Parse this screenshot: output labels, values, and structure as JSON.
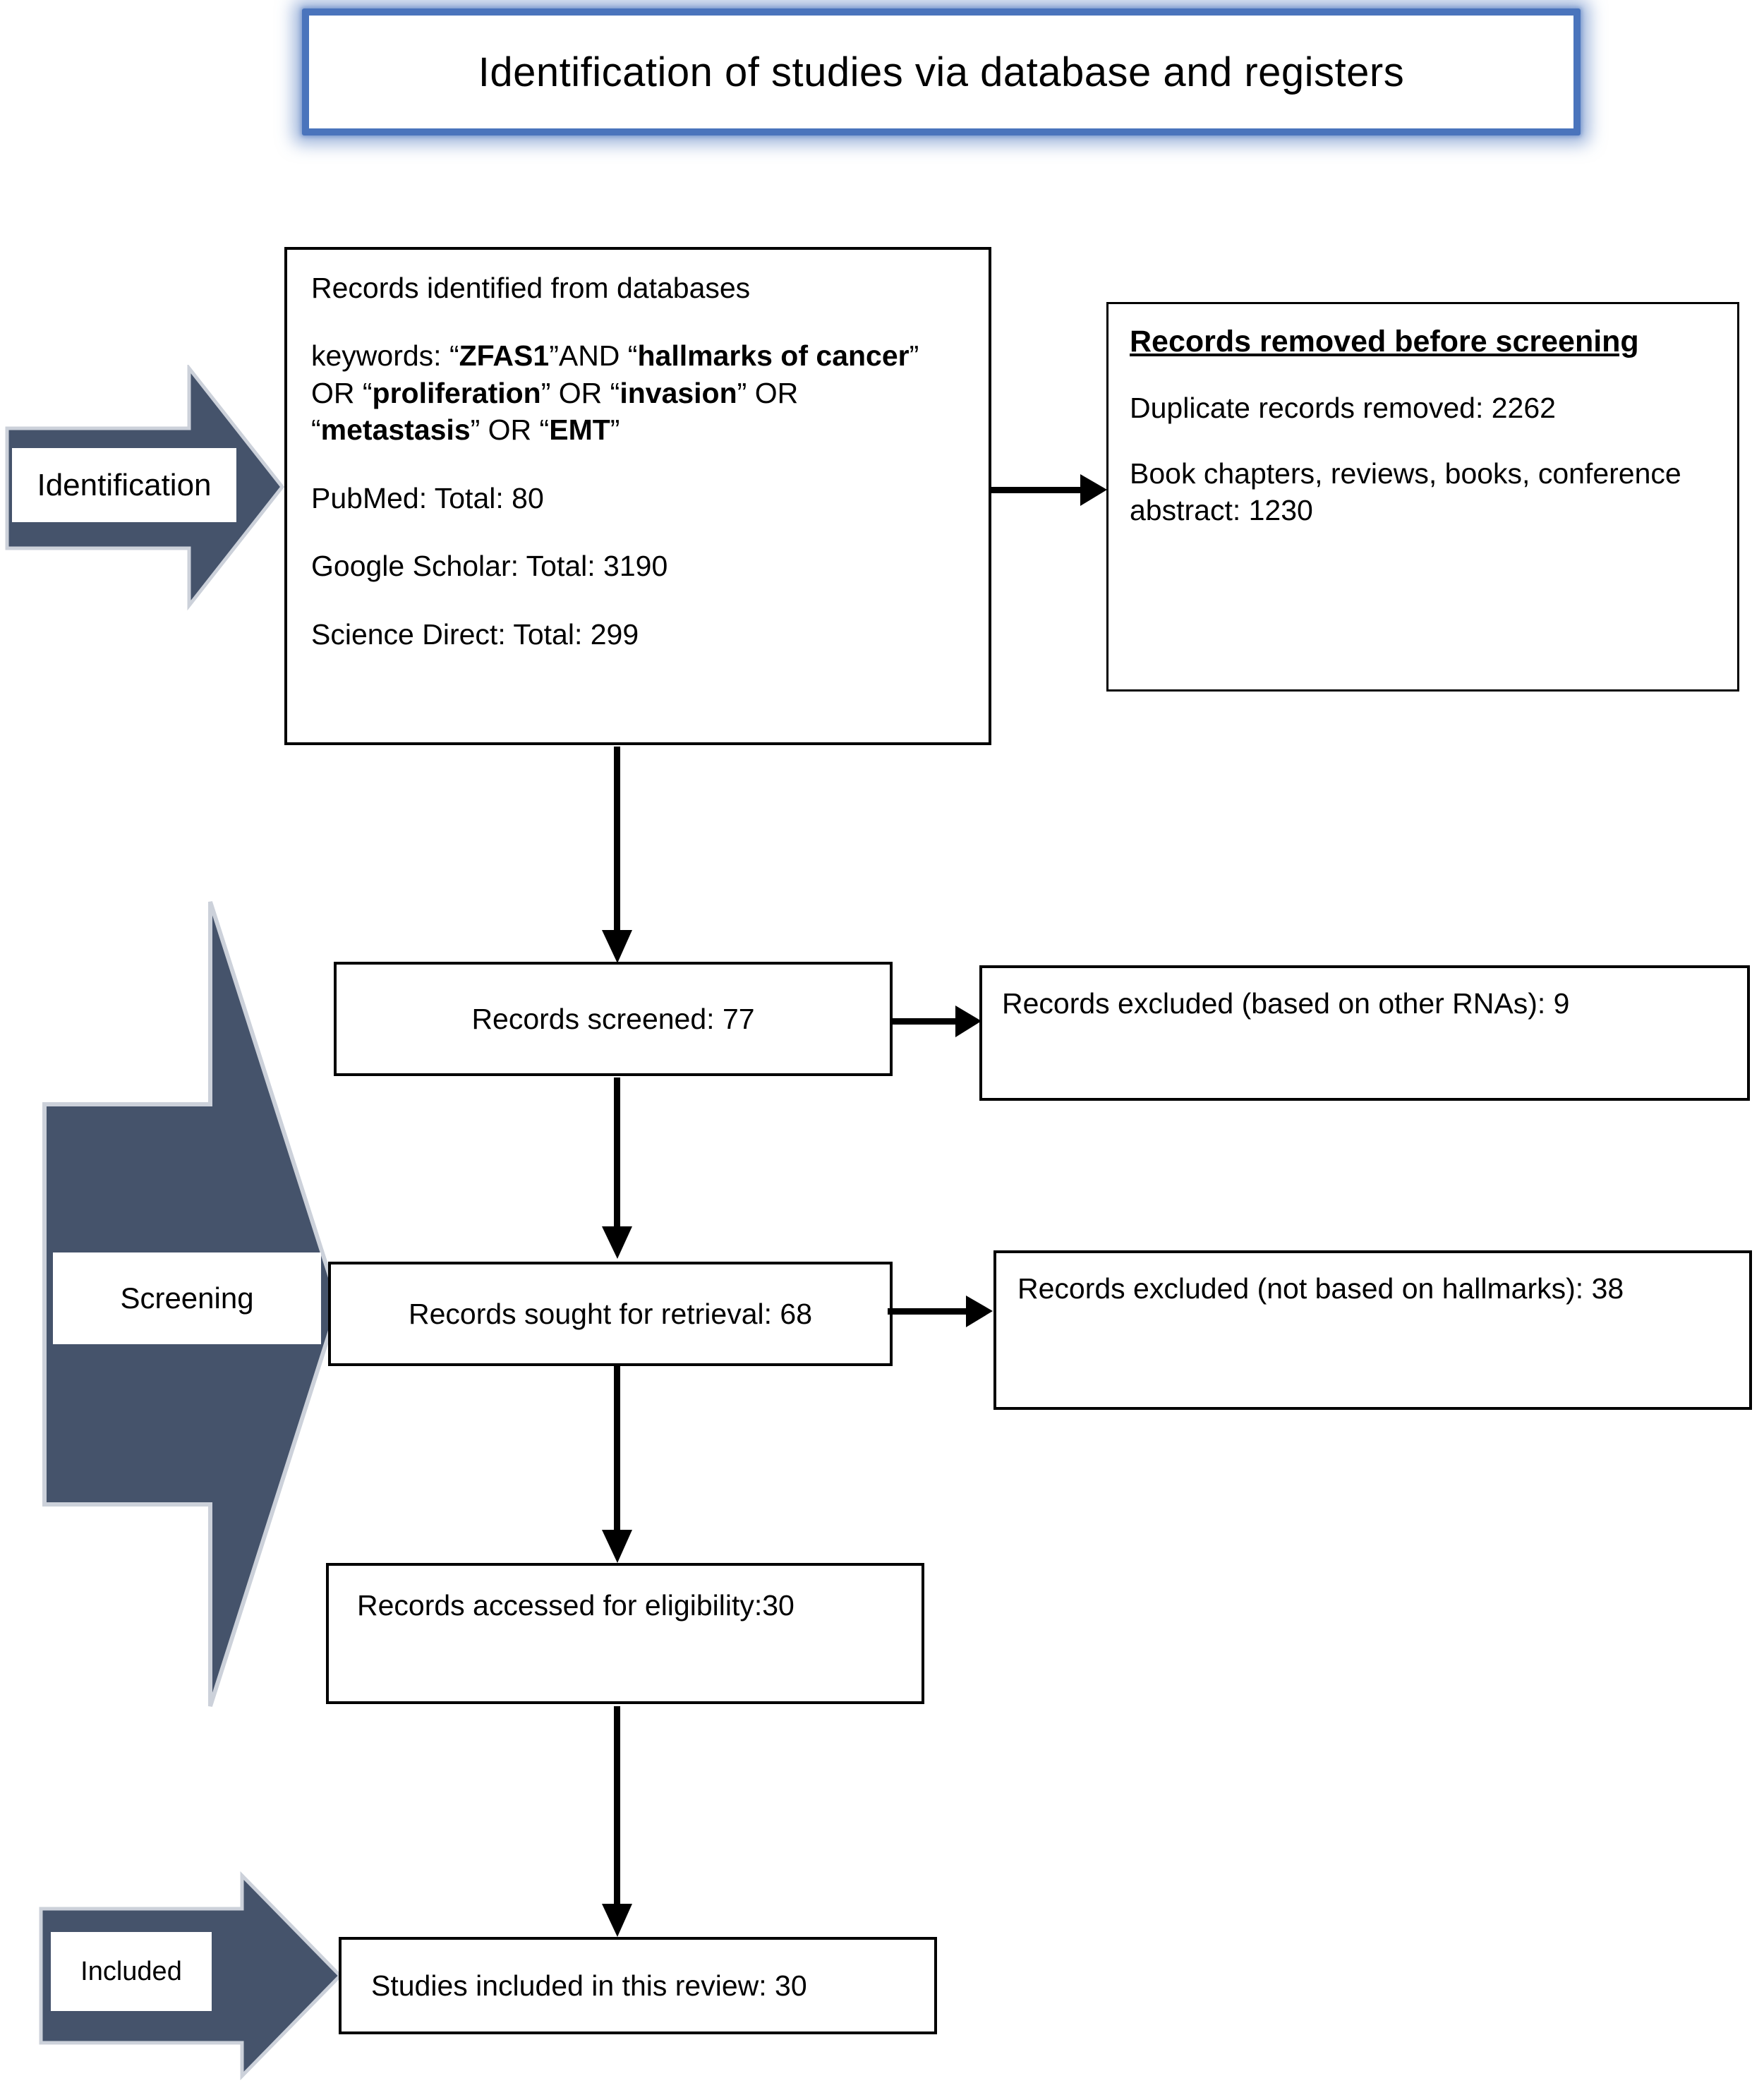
{
  "title": "Identification of studies via database and registers",
  "stages": {
    "identification": "Identification",
    "screening": "Screening",
    "included": "Included"
  },
  "boxes": {
    "identified": {
      "line1": "Records identified from databases",
      "keywords_segments": [
        {
          "text": "keywords: “",
          "bold": false
        },
        {
          "text": "ZFAS1",
          "bold": true
        },
        {
          "text": "”​AND “",
          "bold": false
        },
        {
          "text": "hallmarks of cancer",
          "bold": true
        },
        {
          "text": "” OR “",
          "bold": false
        },
        {
          "text": "proliferation",
          "bold": true
        },
        {
          "text": "” OR “",
          "bold": false
        },
        {
          "text": "invasion",
          "bold": true
        },
        {
          "text": "” OR “",
          "bold": false
        },
        {
          "text": "metastasis",
          "bold": true
        },
        {
          "text": "” OR “",
          "bold": false
        },
        {
          "text": "EMT",
          "bold": true
        },
        {
          "text": "”",
          "bold": false
        }
      ],
      "pubmed": "PubMed: Total: 80",
      "google_scholar": "Google Scholar: Total: 3190",
      "science_direct": "Science Direct: Total: 299"
    },
    "removed": {
      "heading": "Records removed before screening",
      "duplicates": "Duplicate records removed: 2262",
      "other": "Book chapters, reviews, books, conference abstract: 1230"
    },
    "screened": {
      "label": "Records screened: 77"
    },
    "excluded_rnas": {
      "label": "Records excluded (based on other RNAs): 9"
    },
    "sought": {
      "label": "Records sought for retrieval: 68"
    },
    "excluded_hallmarks": {
      "label": "Records excluded (not based on hallmarks): 38"
    },
    "eligibility": {
      "label": "Records accessed for eligibility:30"
    },
    "included_studies": {
      "label": "Studies included in this review: 30"
    }
  },
  "colors": {
    "arrow_fill": "#45536b",
    "arrow_outline": "#ccd1da",
    "title_border": "#4a74bc",
    "box_border": "#000000"
  }
}
